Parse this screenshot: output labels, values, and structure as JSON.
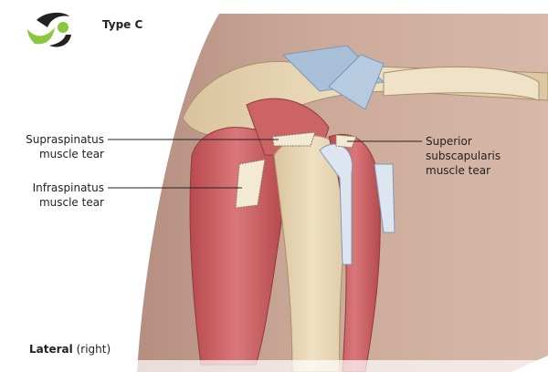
{
  "title": "Type C",
  "view": {
    "bold": "Lateral",
    "rest": "(right)"
  },
  "labels": {
    "supraspinatus": [
      "Supraspinatus",
      "muscle tear"
    ],
    "infraspinatus": [
      "Infraspinatus",
      "muscle tear"
    ],
    "subscapularis": [
      "Superior",
      "subscapularis",
      "muscle tear"
    ]
  },
  "colors": {
    "skin": "#c9a595",
    "bone": "#e8d6b3",
    "muscle": "#c85a5c",
    "tendon": "#a8bfd8",
    "logo_green": "#8cc63f"
  }
}
